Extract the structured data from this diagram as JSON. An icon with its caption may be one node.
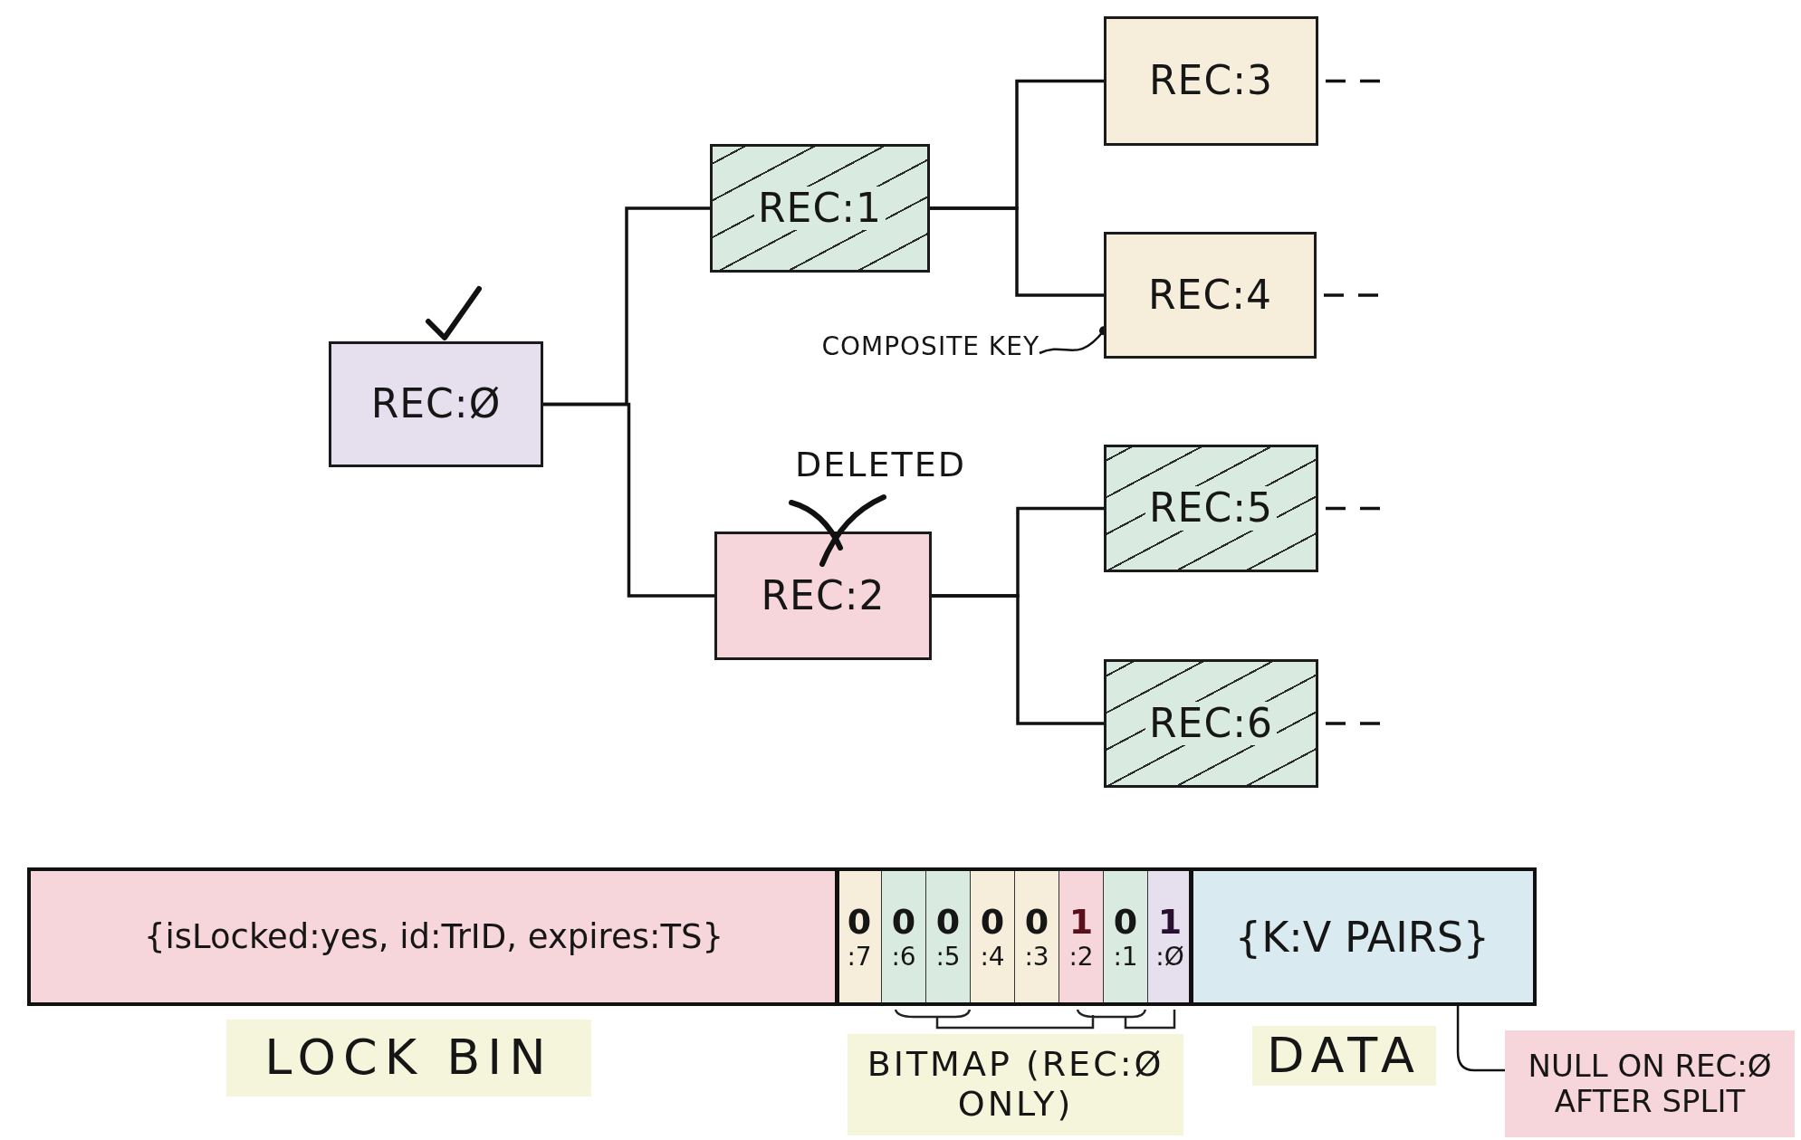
{
  "diagram": {
    "nodes": [
      {
        "text": [
          "REC:Ø"
        ]
      },
      {
        "text": [
          "REC:1"
        ]
      },
      {
        "text": [
          "REC:2"
        ],
        "beside": [
          "DELETED"
        ]
      },
      {
        "text": [
          "REC:3"
        ]
      },
      {
        "text": [
          "REC:4"
        ]
      },
      {
        "text": [
          "REC:5"
        ]
      },
      {
        "text": [
          "REC:6"
        ]
      },
      {
        "text": [
          "COMPOSITE KEY"
        ]
      },
      {
        "text": [],
        "shape": "bar"
      },
      {
        "text": [
          "{isLocked:yes, id:TrID, expires:TS}"
        ],
        "in": 8
      },
      {
        "text": [
          "0",
          ":7"
        ],
        "in": 8
      },
      {
        "text": [
          "0",
          ":6"
        ],
        "in": 8
      },
      {
        "text": [
          "0",
          ":5"
        ],
        "in": 8
      },
      {
        "text": [
          "0",
          ":4"
        ],
        "in": 8
      },
      {
        "text": [
          "0",
          ":3"
        ],
        "in": 8
      },
      {
        "text": [
          "1",
          ":2"
        ],
        "in": 8
      },
      {
        "text": [
          "0",
          ":1"
        ],
        "in": 8
      },
      {
        "text": [
          "1",
          ":Ø"
        ],
        "in": 8
      },
      {
        "text": [
          "{K:V PAIRS}"
        ],
        "in": 8
      },
      {
        "text": [
          "LOCK BIN"
        ]
      },
      {
        "text": [
          "BITMAP (REC:Ø ONLY)"
        ]
      },
      {
        "text": [
          "DATA"
        ]
      },
      {
        "text": [
          "NULL ON REC:Ø AFTER SPLIT"
        ]
      }
    ],
    "edges": [
      {
        "from": 0,
        "to": 1,
        "arrow": "none"
      },
      {
        "from": 0,
        "to": 2,
        "arrow": "none"
      },
      {
        "from": 1,
        "to": 3,
        "arrow": "none"
      },
      {
        "from": 1,
        "to": 4,
        "arrow": "none"
      },
      {
        "from": 2,
        "to": 5,
        "arrow": "none"
      },
      {
        "from": 2,
        "to": 6,
        "arrow": "none"
      },
      {
        "from": 3,
        "to": null,
        "arrow": "none",
        "style": "dashed"
      },
      {
        "from": 4,
        "to": null,
        "arrow": "none",
        "style": "dashed"
      },
      {
        "from": 5,
        "to": null,
        "arrow": "none",
        "style": "dashed"
      },
      {
        "from": 6,
        "to": null,
        "arrow": "none",
        "style": "dashed"
      },
      {
        "from": 7,
        "to": 4,
        "arrow": "other"
      },
      {
        "from": 22,
        "to": 18,
        "arrow": "none"
      }
    ]
  }
}
